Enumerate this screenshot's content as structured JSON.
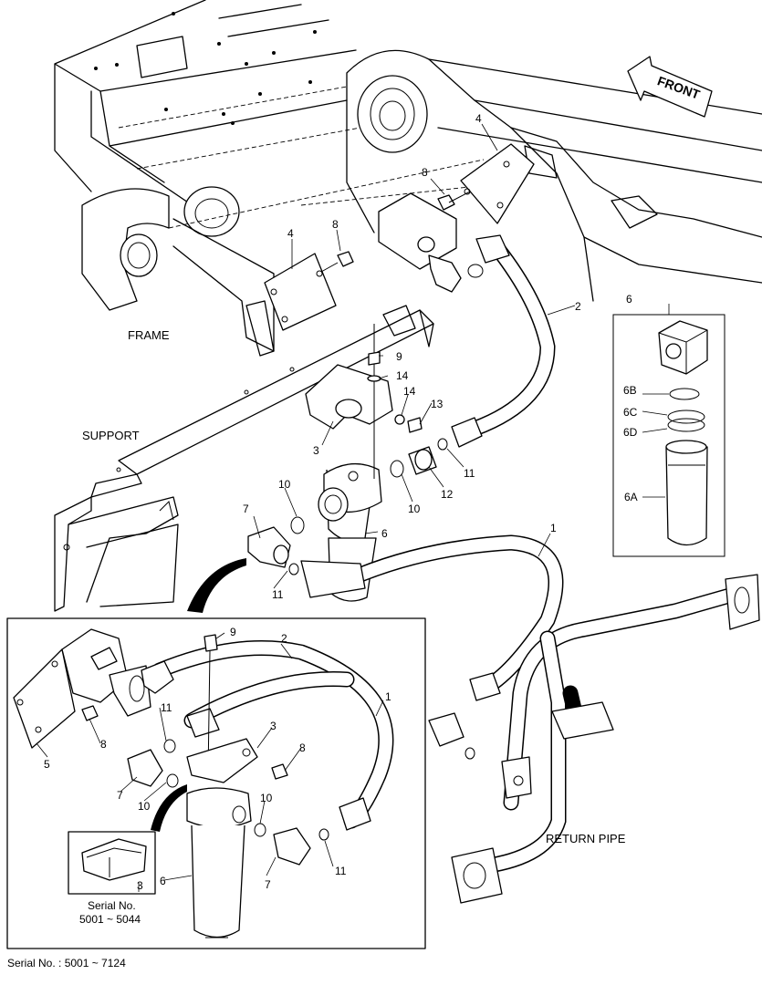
{
  "labels": {
    "frame": "FRAME",
    "support": "SUPPORT",
    "return_pipe": "RETURN PIPE",
    "front": "FRONT",
    "serial_range_main": "Serial No. : 5001 ~ 7124",
    "serial_no_title": "Serial No.",
    "serial_no_range": "5001 ~ 5044"
  },
  "callouts": {
    "main": {
      "p4a": "4",
      "p4b": "4",
      "p8a": "8",
      "p8b": "8",
      "p2": "2",
      "p9": "9",
      "p14a": "14",
      "p14b": "14",
      "p13": "13",
      "p3": "3",
      "p10a": "10",
      "p10b": "10",
      "p12": "12",
      "p11a": "11",
      "p11b": "11",
      "p7": "7",
      "p6": "6",
      "p1": "1"
    },
    "exploded": {
      "p6": "6",
      "p6B": "6B",
      "p6C": "6C",
      "p6D": "6D",
      "p6A": "6A"
    },
    "detail": {
      "p9": "9",
      "p2": "2",
      "p1": "1",
      "p11a": "11",
      "p5": "5",
      "p8a": "8",
      "p3": "3",
      "p8b": "8",
      "p7a": "7",
      "p10a": "10",
      "p10b": "10",
      "p11b": "11",
      "p6": "6",
      "p7b": "7"
    },
    "inset": {
      "p3": "3"
    }
  },
  "colors": {
    "line": "#000000",
    "background": "#ffffff",
    "shade": "#bdbdbd"
  }
}
